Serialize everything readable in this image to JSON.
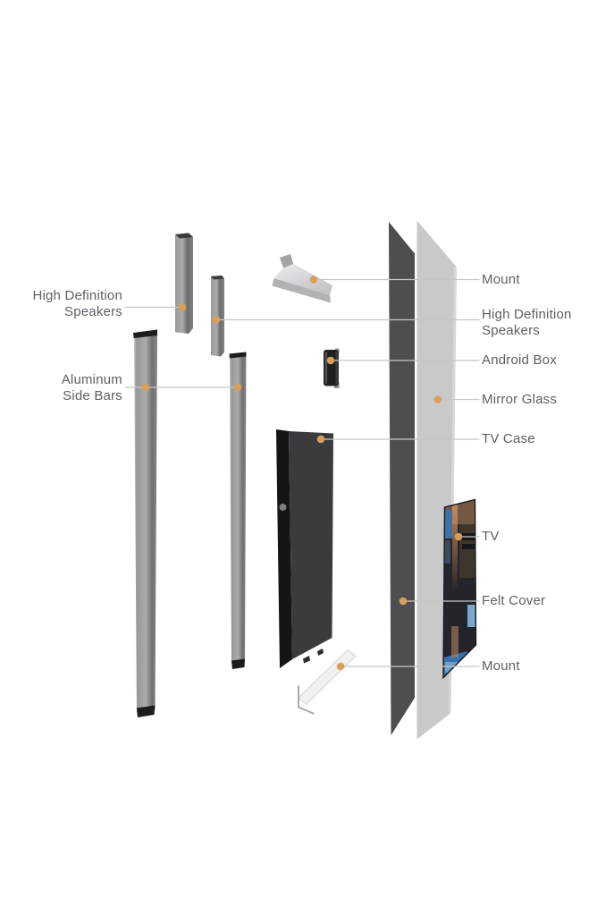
{
  "figure": {
    "kind": "exploded-parts-diagram"
  },
  "labels": {
    "speakers_left": {
      "line1": "High Definition",
      "line2": "Speakers"
    },
    "aluminum_side_bars": {
      "line1": "Aluminum",
      "line2": "Side Bars"
    },
    "mount_top": {
      "text": "Mount"
    },
    "speakers_right": {
      "line1": "High Definition",
      "line2": "Speakers"
    },
    "android_box": {
      "text": "Android Box"
    },
    "mirror_glass": {
      "text": "Mirror Glass"
    },
    "tv_case": {
      "text": "TV Case"
    },
    "tv": {
      "text": "TV"
    },
    "felt_cover": {
      "text": "Felt Cover"
    },
    "mount_bottom": {
      "text": "Mount"
    }
  },
  "colors": {
    "label_text": "#5b5f66",
    "leader_line": "#c6c6c7",
    "callout_dot": "#d89f56",
    "felt_cover": "#4e4e50",
    "mirror_glass": "#c9c9ca",
    "tv_case": "#3b3b3e",
    "tv_screen": "#23252a",
    "background": "#ffffff"
  }
}
